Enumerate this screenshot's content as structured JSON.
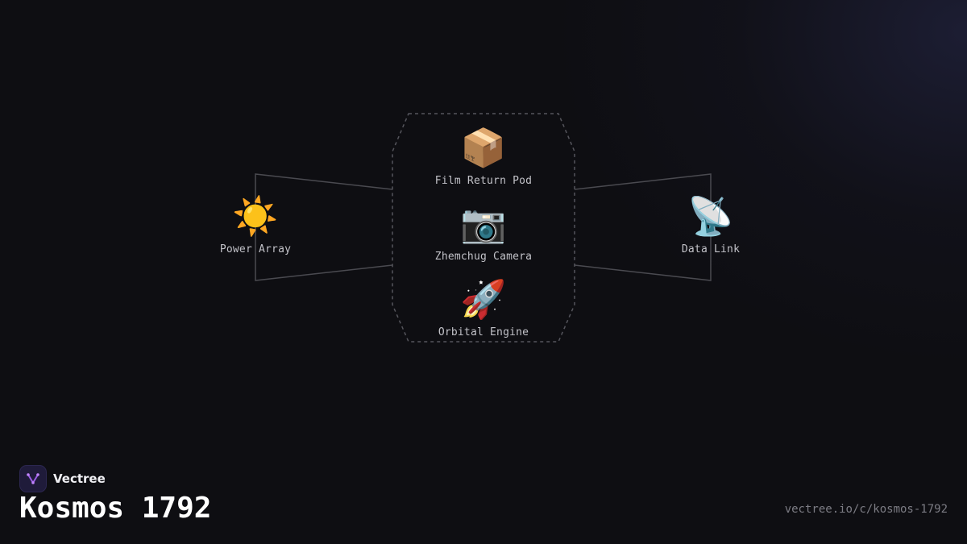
{
  "brand": {
    "name": "Vectree",
    "logo_icon": "vectree-logo-icon"
  },
  "title": "Kosmos 1792",
  "url": "vectree.io/c/kosmos-1792",
  "colors": {
    "background": "#0e0e12",
    "line": "#4a4a50",
    "label": "#c2c2c8",
    "accent": "#9b5de5"
  },
  "diagram": {
    "center_group": [
      {
        "label": "Film Return Pod",
        "icon": "📦",
        "icon_name": "package-icon"
      },
      {
        "label": "Zhemchug Camera",
        "icon": "📷",
        "icon_name": "camera-icon"
      },
      {
        "label": "Orbital Engine",
        "icon": "🚀",
        "icon_name": "rocket-icon"
      }
    ],
    "left_node": {
      "label": "Power Array",
      "icon": "☀️",
      "icon_name": "sun-icon"
    },
    "right_node": {
      "label": "Data Link",
      "icon": "📡",
      "icon_name": "satellite-dish-icon"
    }
  }
}
